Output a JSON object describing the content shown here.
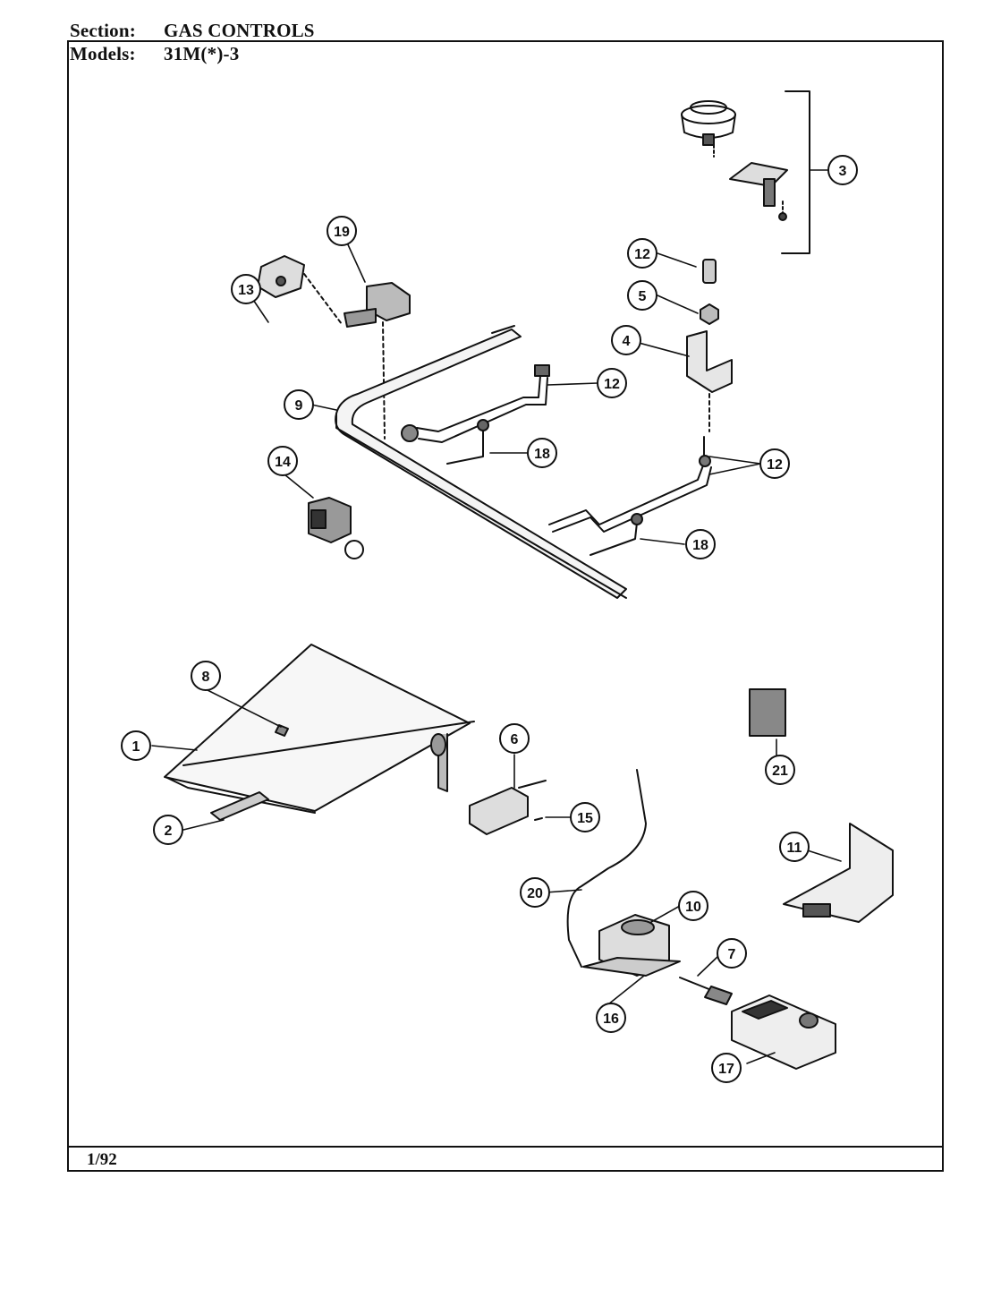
{
  "header": {
    "section_label": "Section:",
    "section_value": "GAS CONTROLS",
    "models_label": "Models:",
    "models_value": "31M(*)-3"
  },
  "footer": {
    "date": "1/92"
  },
  "callouts": [
    "1",
    "2",
    "3",
    "4",
    "5",
    "6",
    "7",
    "8",
    "9",
    "10",
    "11",
    "12",
    "12",
    "12",
    "13",
    "14",
    "15",
    "16",
    "17",
    "18",
    "18",
    "19",
    "20",
    "21"
  ]
}
